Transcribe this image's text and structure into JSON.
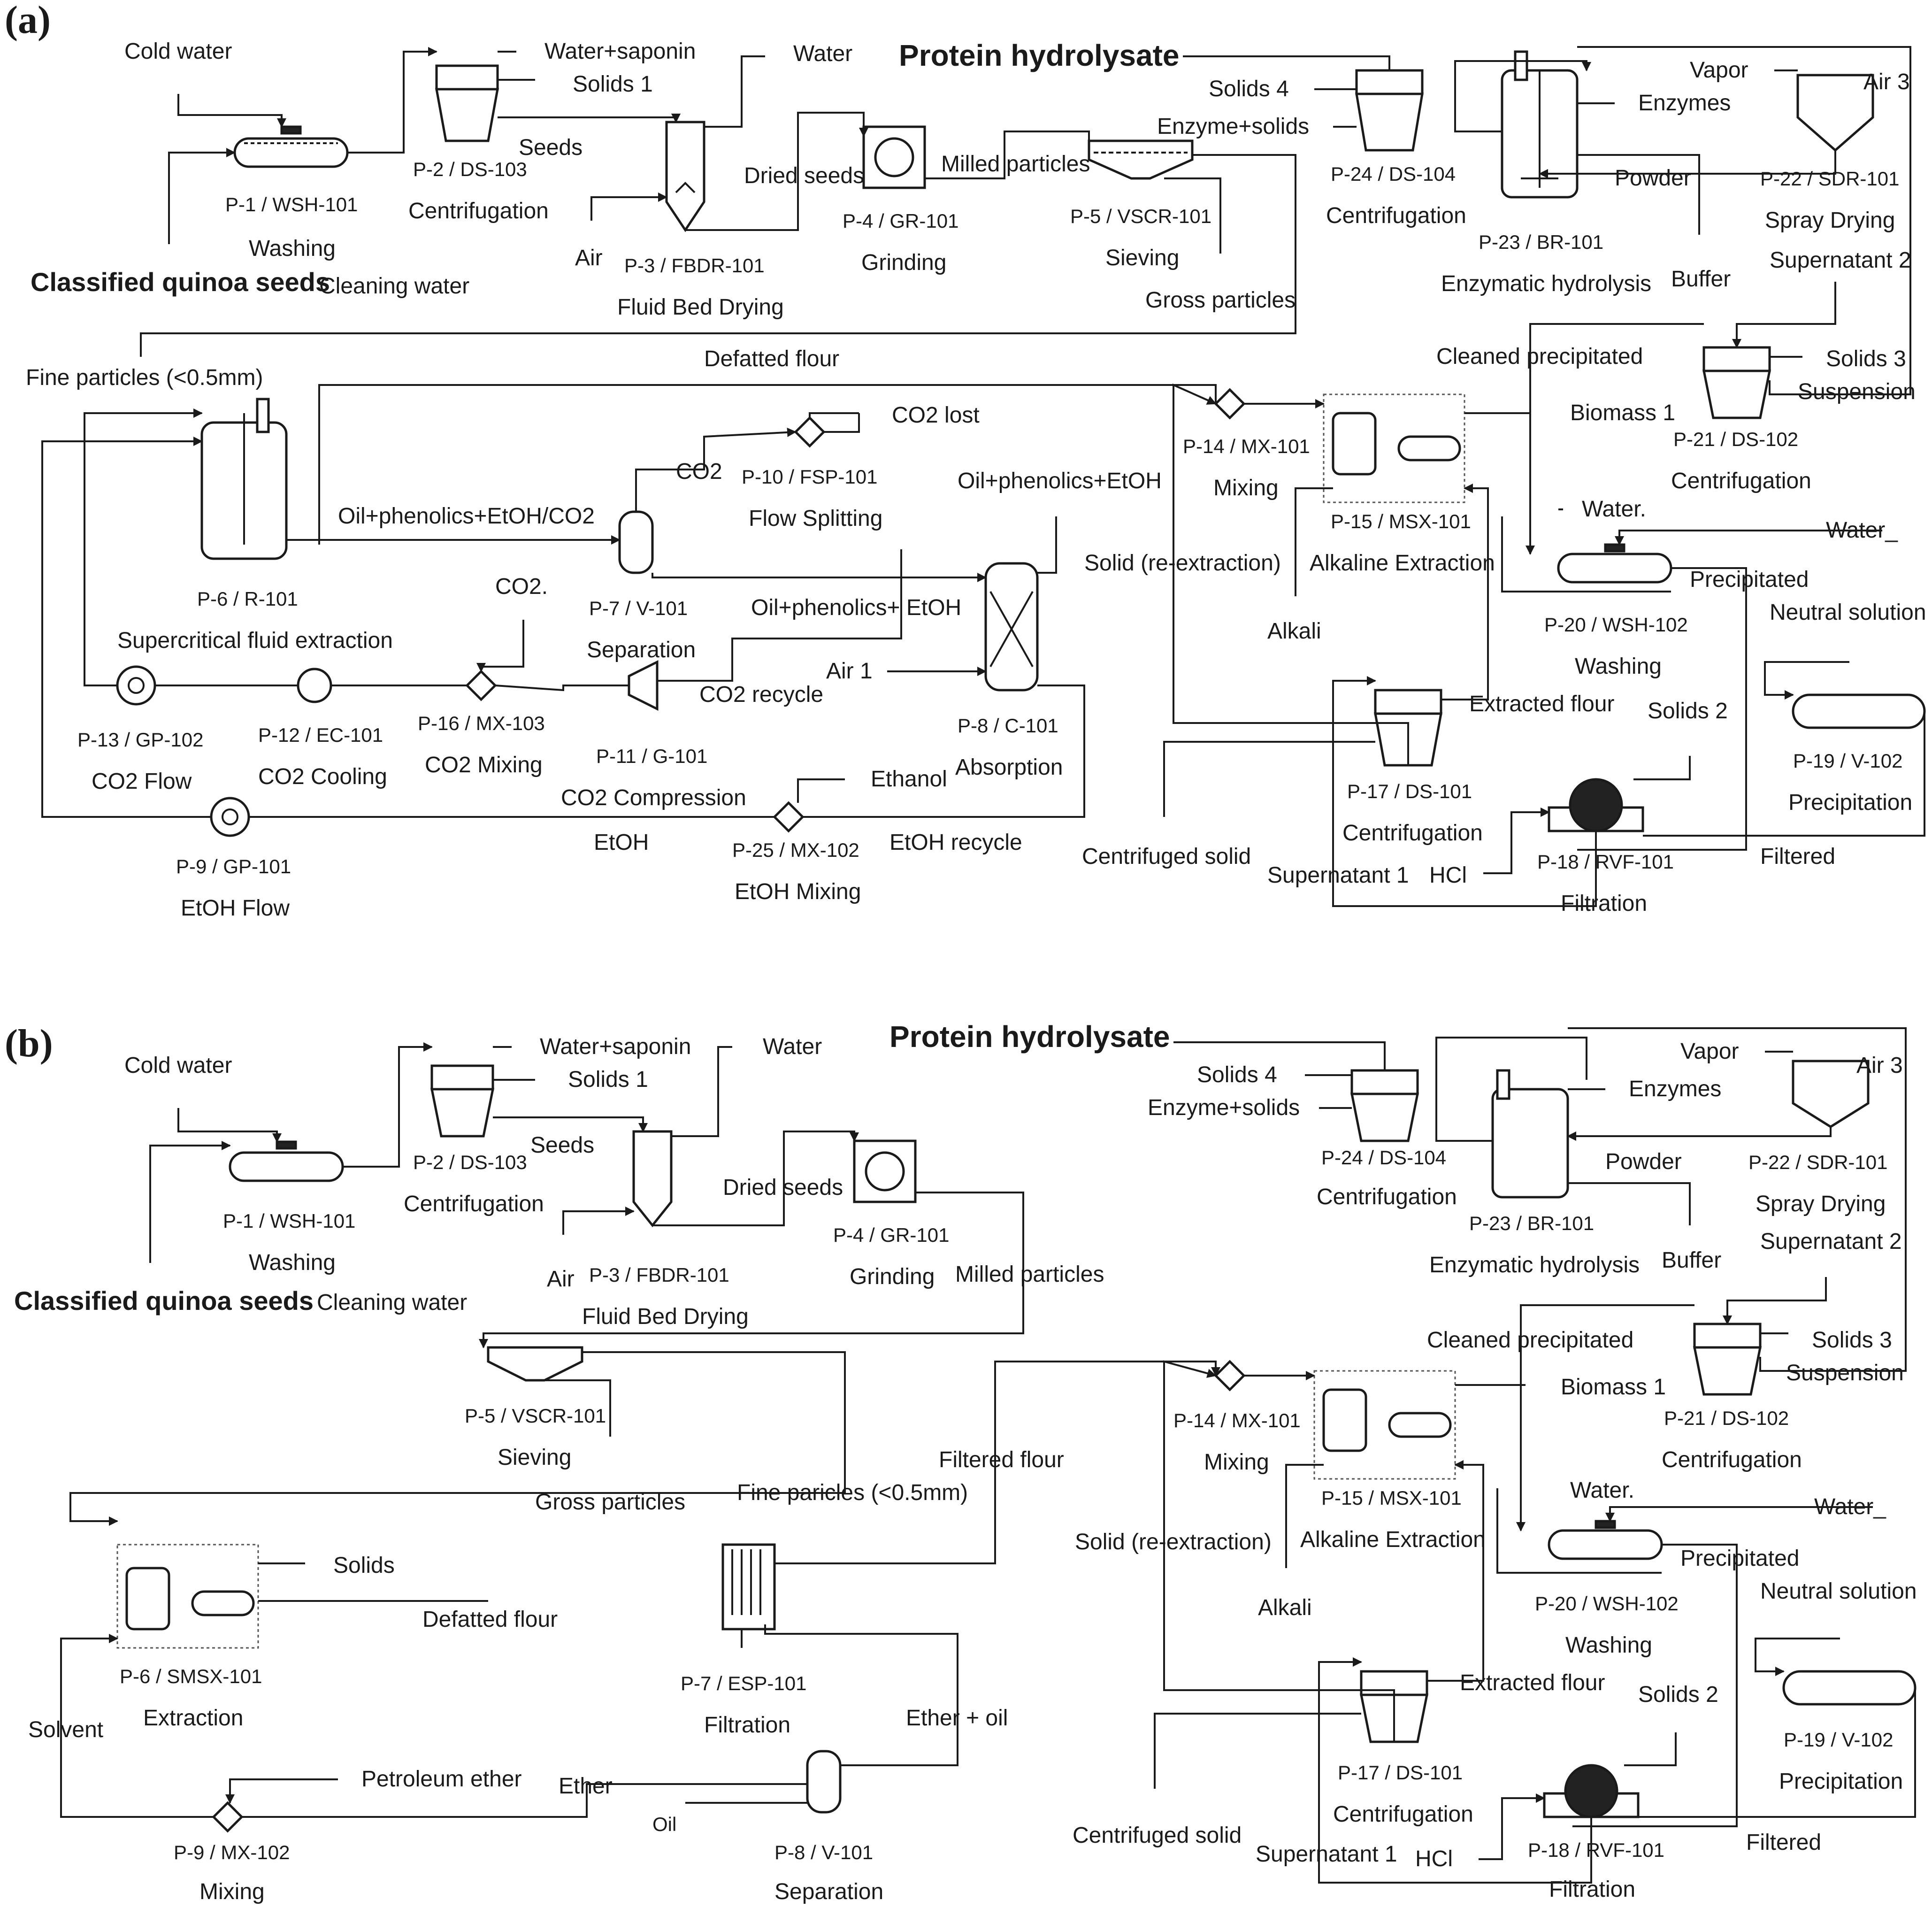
{
  "panels": {
    "a": "(a)",
    "b": "(b)"
  },
  "a": {
    "streams": {
      "cold_water": "Cold water",
      "water_saponin": "Water+saponin",
      "solids1": "Solids 1",
      "water": "Water",
      "seeds": "Seeds",
      "protein_hydrolysate": "Protein hydrolysate",
      "solids4": "Solids 4",
      "enzyme_solids": "Enzyme+solids",
      "vapor": "Vapor",
      "enzymes": "Enzymes",
      "air3": "Air 3",
      "powder": "Powder",
      "dried_seeds": "Dried seeds",
      "milled_particles": "Milled particles",
      "classified_quinoa_seeds": "Classified quinoa seeds",
      "cleaning_water": "Cleaning water",
      "air": "Air",
      "gross_particles": "Gross particles",
      "buffer": "Buffer",
      "supernatant2": "Supernatant 2",
      "defatted_flour": "Defatted flour",
      "fine_particles": "Fine particles (<0.5mm)",
      "cleaned_precipitated": "Cleaned precipitated",
      "solids3": "Solids 3",
      "suspension": "Suspension",
      "co2_lost": "CO2 lost",
      "co2": "CO2",
      "biomass1": "Biomass 1",
      "oil_phenolics_etoh_co2": "Oil+phenolics+EtOH/CO2",
      "oil_phenolics_etoh": "Oil+phenolics+EtOH",
      "oil_phenolics_etoh2": "Oil+phenolics+ EtOH",
      "water_dot": "Water.",
      "water_us": "Water_",
      "solid_reextraction": "Solid (re-extraction)",
      "precipitated": "Precipitated",
      "co2_dot": "CO2.",
      "alkali": "Alkali",
      "neutral_solution": "Neutral solution",
      "air1": "Air 1",
      "co2_recycle": "CO2 recycle",
      "extracted_flour": "Extracted flour",
      "solids2": "Solids 2",
      "ethanol": "Ethanol",
      "etoh": "EtOH",
      "etoh_recycle": "EtOH recycle",
      "centrifuged_solid": "Centrifuged solid",
      "supernatant1": "Supernatant 1",
      "hcl": "HCl",
      "filtered": "Filtered"
    },
    "units": {
      "p1": [
        "P-1 / WSH-101",
        "Washing"
      ],
      "p2": [
        "P-2 / DS-103",
        "Centrifugation"
      ],
      "p3": [
        "P-3 / FBDR-101",
        "Fluid Bed Drying"
      ],
      "p4": [
        "P-4 / GR-101",
        "Grinding"
      ],
      "p5": [
        "P-5 / VSCR-101",
        "Sieving"
      ],
      "p24": [
        "P-24 / DS-104",
        "Centrifugation"
      ],
      "p23": [
        "P-23 / BR-101",
        "Enzymatic hydrolysis"
      ],
      "p22": [
        "P-22 / SDR-101",
        "Spray Drying"
      ],
      "p21": [
        "P-21 / DS-102",
        "Centrifugation"
      ],
      "p6": [
        "P-6 / R-101",
        "Supercritical fluid extraction"
      ],
      "p10": [
        "P-10 / FSP-101",
        "Flow Splitting"
      ],
      "p14": [
        "P-14 / MX-101",
        "Mixing"
      ],
      "p15": [
        "P-15 / MSX-101",
        "Alkaline Extraction"
      ],
      "p7": [
        "P-7 / V-101",
        "Separation"
      ],
      "p20": [
        "P-20 / WSH-102",
        "Washing"
      ],
      "p16": [
        "P-16 / MX-103",
        "CO2 Mixing"
      ],
      "p8": [
        "P-8 / C-101",
        "Absorption"
      ],
      "p13": [
        "P-13 / GP-102",
        "CO2 Flow"
      ],
      "p12": [
        "P-12 / EC-101",
        "CO2 Cooling"
      ],
      "p11": [
        "P-11 / G-101",
        "CO2 Compression"
      ],
      "p19": [
        "P-19 / V-102",
        "Precipitation"
      ],
      "p17": [
        "P-17 / DS-101",
        "Centrifugation"
      ],
      "p25": [
        "P-25 / MX-102",
        "EtOH Mixing"
      ],
      "p18": [
        "P-18 / RVF-101",
        "Filtration"
      ],
      "p9": [
        "P-9 / GP-101",
        "EtOH Flow"
      ]
    }
  },
  "b": {
    "streams": {
      "cold_water": "Cold water",
      "water_saponin": "Water+saponin",
      "solids1": "Solids 1",
      "water": "Water",
      "protein_hydrolysate": "Protein hydrolysate",
      "solids4": "Solids 4",
      "enzyme_solids": "Enzyme+solids",
      "vapor": "Vapor",
      "enzymes": "Enzymes",
      "air3": "Air 3",
      "seeds": "Seeds",
      "dried_seeds": "Dried seeds",
      "powder": "Powder",
      "classified_quinoa_seeds": "Classified quinoa seeds",
      "cleaning_water": "Cleaning water",
      "air": "Air",
      "milled_particles": "Milled particles",
      "buffer": "Buffer",
      "supernatant2": "Supernatant 2",
      "cleaned_precipitated": "Cleaned precipitated",
      "solids3": "Solids 3",
      "suspension": "Suspension",
      "biomass1": "Biomass 1",
      "filtered_flour": "Filtered flour",
      "gross_particles": "Gross particles",
      "fine_particles": "Fine paricles (<0.5mm)",
      "water_dot": "Water.",
      "water_us": "Water_",
      "solid_reextraction": "Solid (re-extraction)",
      "precipitated": "Precipitated",
      "solids": "Solids",
      "alkali": "Alkali",
      "neutral_solution": "Neutral solution",
      "defatted_flour": "Defatted flour",
      "extracted_flour": "Extracted flour",
      "solids2": "Solids 2",
      "solvent": "Solvent",
      "ether_oil": "Ether + oil",
      "petroleum_ether": "Petroleum ether",
      "ether": "Ether",
      "oil": "Oil",
      "centrifuged_solid": "Centrifuged solid",
      "supernatant1": "Supernatant 1",
      "hcl": "HCl",
      "filtered": "Filtered"
    },
    "units": {
      "p1": [
        "P-1 / WSH-101",
        "Washing"
      ],
      "p2": [
        "P-2 / DS-103",
        "Centrifugation"
      ],
      "p3": [
        "P-3 / FBDR-101",
        "Fluid Bed Drying"
      ],
      "p4": [
        "P-4 / GR-101",
        "Grinding"
      ],
      "p24": [
        "P-24 / DS-104",
        "Centrifugation"
      ],
      "p23": [
        "P-23 / BR-101",
        "Enzymatic hydrolysis"
      ],
      "p22": [
        "P-22 / SDR-101",
        "Spray Drying"
      ],
      "p21": [
        "P-21 / DS-102",
        "Centrifugation"
      ],
      "p5": [
        "P-5 / VSCR-101",
        "Sieving"
      ],
      "p14": [
        "P-14 / MX-101",
        "Mixing"
      ],
      "p15": [
        "P-15 / MSX-101",
        "Alkaline Extraction"
      ],
      "p20": [
        "P-20 / WSH-102",
        "Washing"
      ],
      "p6": [
        "P-6 / SMSX-101",
        "Extraction"
      ],
      "p7": [
        "P-7 / ESP-101",
        "Filtration"
      ],
      "p19": [
        "P-19 / V-102",
        "Precipitation"
      ],
      "p17": [
        "P-17 / DS-101",
        "Centrifugation"
      ],
      "p9": [
        "P-9 / MX-102",
        "Mixing"
      ],
      "p8": [
        "P-8 / V-101",
        "Separation"
      ],
      "p18": [
        "P-18 / RVF-101",
        "Filtration"
      ]
    }
  }
}
